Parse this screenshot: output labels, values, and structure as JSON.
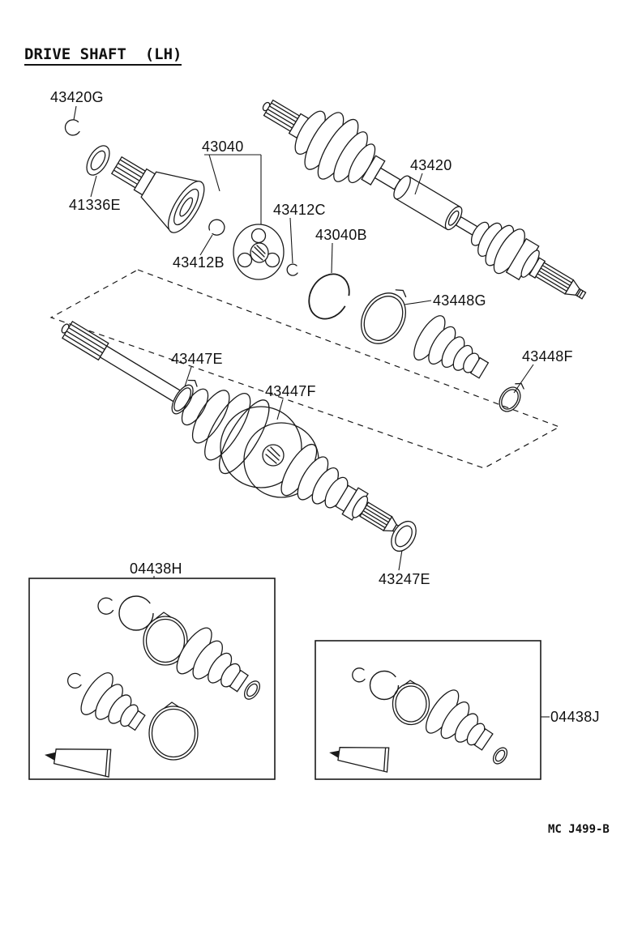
{
  "title": "DRIVE SHAFT  (LH)",
  "footer_code": "MC J499-B",
  "labels": [
    {
      "id": "43420G",
      "text": "43420G"
    },
    {
      "id": "43040",
      "text": "43040"
    },
    {
      "id": "43420",
      "text": "43420"
    },
    {
      "id": "41336E",
      "text": "41336E"
    },
    {
      "id": "43412C",
      "text": "43412C"
    },
    {
      "id": "43040B",
      "text": "43040B"
    },
    {
      "id": "43412B",
      "text": "43412B"
    },
    {
      "id": "43448G",
      "text": "43448G"
    },
    {
      "id": "43447E",
      "text": "43447E"
    },
    {
      "id": "43448F",
      "text": "43448F"
    },
    {
      "id": "43447F",
      "text": "43447F"
    },
    {
      "id": "43247E",
      "text": "43247E"
    },
    {
      "id": "04438H",
      "text": "04438H"
    },
    {
      "id": "04438J",
      "text": "04438J"
    }
  ]
}
